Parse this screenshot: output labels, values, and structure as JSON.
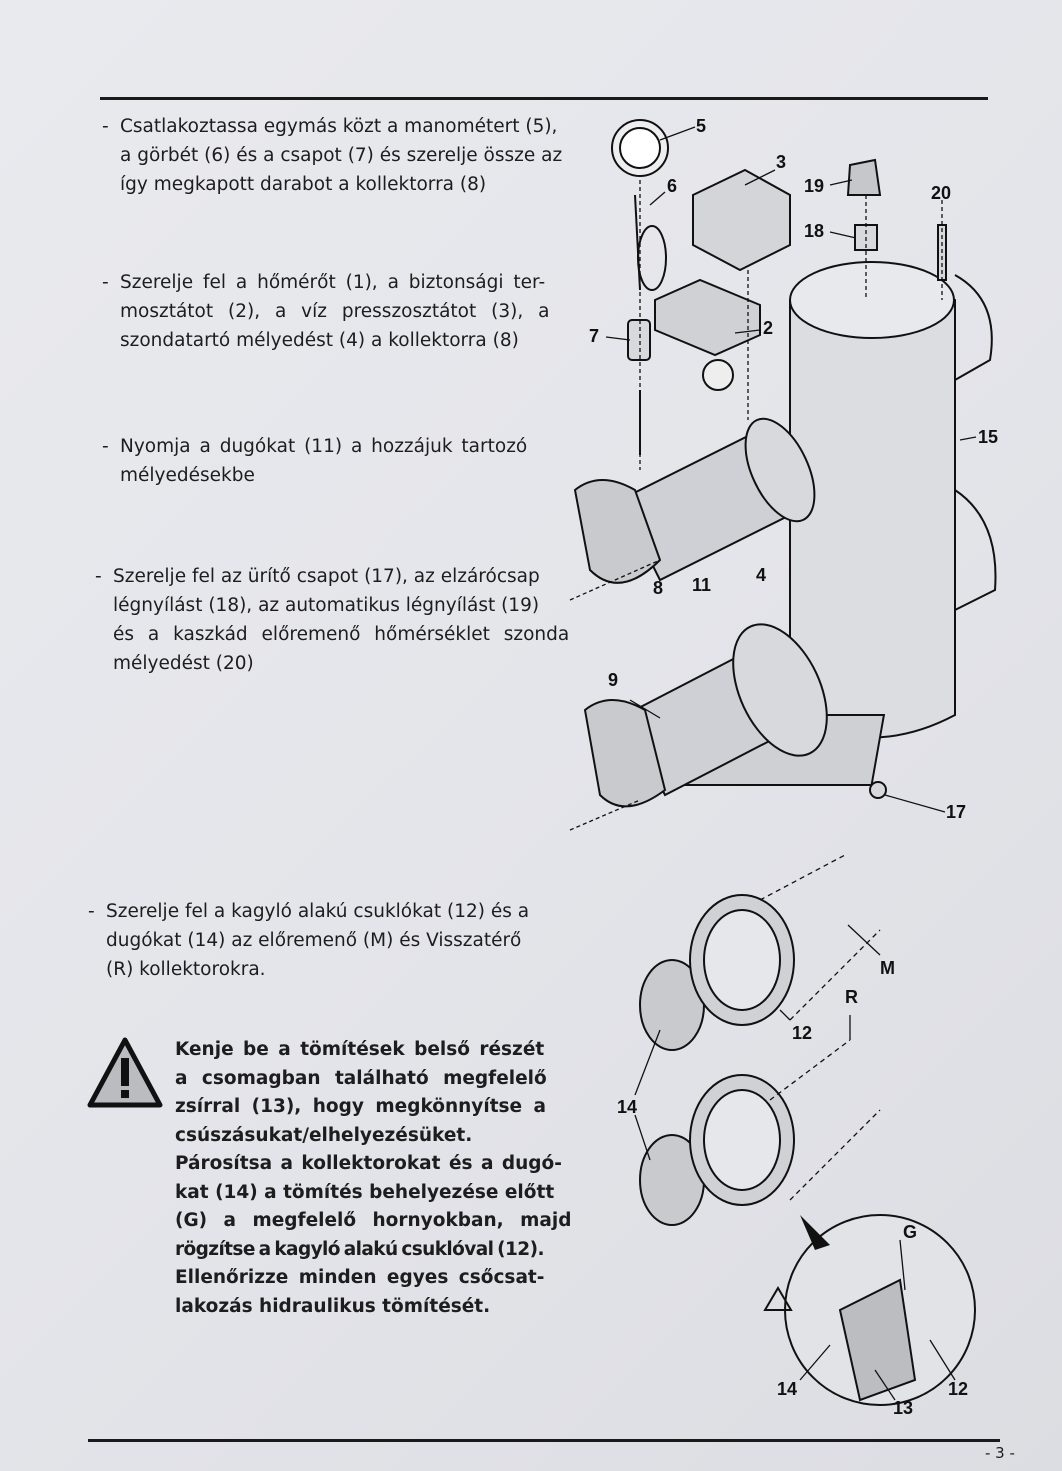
{
  "instructions": [
    {
      "lines": [
        "Csatlakoztassa egymás közt a manométert (5),",
        "a görbét (6) és a csapot (7) és szerelje össze az",
        "így megkapott darabot a kollektorra (8)"
      ]
    },
    {
      "lines": [
        "Szerelje fel a hőmérőt (1), a biztonsági ter-",
        "mosztátot (2), a víz presszosztátot (3), a",
        "szondatartó mélyedést (4) a kollektorra (8)"
      ]
    },
    {
      "lines": [
        "Nyomja a dugókat (11) a hozzájuk tartozó",
        "mélyedésekbe"
      ]
    },
    {
      "lines": [
        "Szerelje fel az ürítő csapot (17), az elzárócsap",
        "légnyílást (18), az automatikus légnyílást (19)",
        "és a kaszkád előremenő hőmérséklet szonda",
        "mélyedést (20)"
      ]
    },
    {
      "lines": [
        "Szerelje fel a kagyló alakú csuklókat (12) és a",
        "dugókat (14) az előremenő (M) és Visszatérő",
        "(R) kollektorokra."
      ]
    }
  ],
  "bullet": "-",
  "warning": {
    "icon": "warning-triangle-icon",
    "lines": [
      "Kenje be a tömítések belső részét",
      "a csomagban található megfelelő",
      "zsírral (13), hogy megkönnyítse a",
      "csúszásukat/elhelyezésüket.",
      "Párosítsa a kollektorokat és a dugó-",
      "kat (14) a tömítés behelyezése előtt",
      "(G) a megfelelő hornyokban, majd",
      "rögzítse a kagyló alakú csuklóval (12).",
      "Ellenőrizze minden egyes csőcsat-",
      "lakozás hidraulikus tömítését."
    ]
  },
  "diagram_labels": {
    "top": [
      "5",
      "3",
      "6",
      "19",
      "20",
      "18",
      "7",
      "2",
      "15",
      "8",
      "11",
      "4",
      "9",
      "17"
    ],
    "bottom": [
      "M",
      "R",
      "12",
      "14",
      "G",
      "14",
      "13",
      "12"
    ]
  },
  "page_number": "- 3 -"
}
